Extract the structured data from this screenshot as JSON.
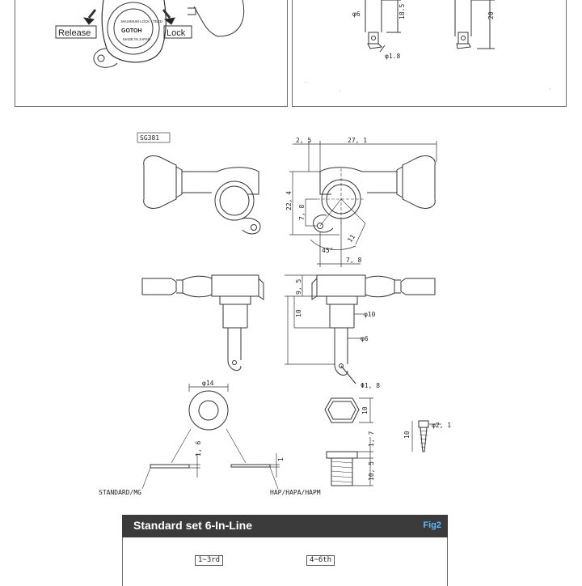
{
  "top_left_panel": {
    "release_label": "Release",
    "lock_label": "Lock",
    "badge_line1": "MAXIMUM LOCK - TEED",
    "badge_brand": "GOTOH",
    "badge_line2": "MADE IN JAPAN"
  },
  "top_right_panel": {
    "dim_phi6": "φ6",
    "dim_18_5": "18.5",
    "dim_phi1_8": "φ1.8",
    "dim_20": "20"
  },
  "drawing": {
    "model": "SG381",
    "dim_2_5": "2, 5",
    "dim_27_1": "27, 1",
    "dim_22_4": "22, 4",
    "dim_7_8_v": "7, 8",
    "dim_11": "11",
    "dim_45": "45°",
    "dim_7_8_h": "7, 8",
    "dim_9_5": "9, 5",
    "dim_10_v": "10",
    "dim_phi10": "φ10",
    "dim_phi6": "φ6",
    "dim_phi1_8": "Φ1, 8",
    "dim_phi14": "φ14",
    "dim_1_6": "1, 6",
    "dim_1": "1",
    "dim_nut_10": "10",
    "dim_1_7": "1, 7",
    "dim_10_5": "10, 5",
    "dim_screw_10": "10",
    "dim_phi2_1": "φ2, 1",
    "label_standard": "STANDARD/MG",
    "label_hap": "HAP/HAPA/HAPM"
  },
  "set_section": {
    "title": "Standard set 6-In-Line",
    "fig_label": "Fig2",
    "tag_left": "1~3rd",
    "tag_right": "4~6th"
  },
  "colors": {
    "header_bg": "#3b3b3b",
    "fig_label": "#5fb6ff",
    "line": "#333333"
  }
}
